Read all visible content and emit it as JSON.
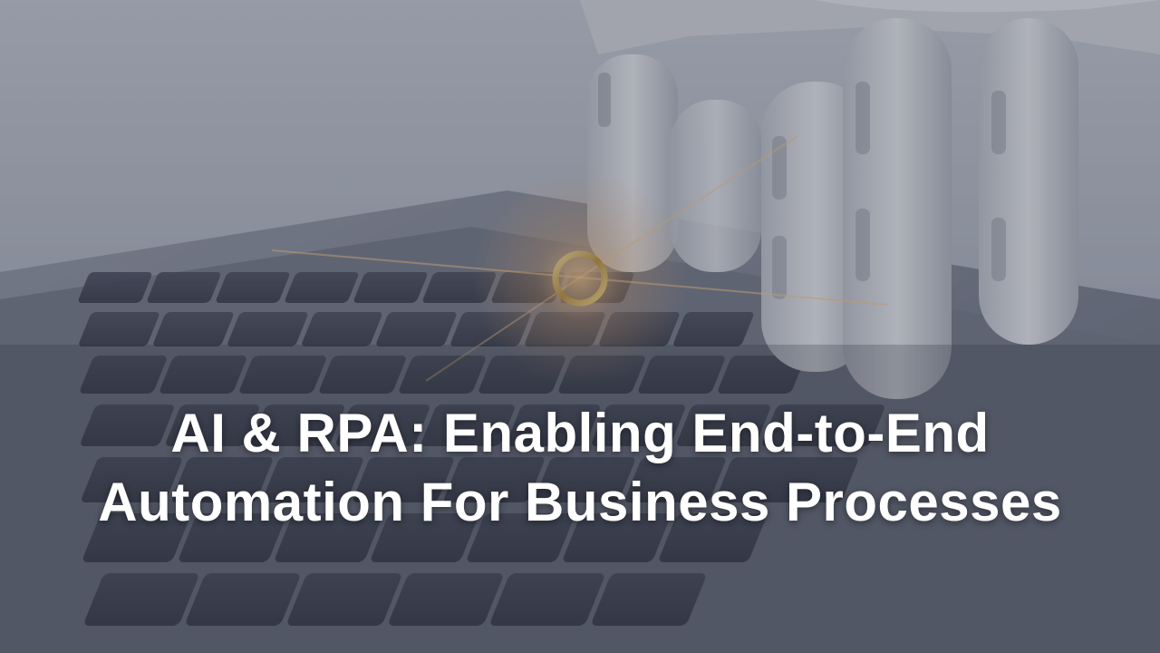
{
  "hero": {
    "title_line_1": "AI & RPA: Enabling End-to-End",
    "title_line_2": "Automation For Business Processes"
  },
  "colors": {
    "overlay": "#4a5061",
    "title_text": "#ffffff",
    "ring_gold": "#c9a24a",
    "glow": "#f4c27a"
  },
  "image": {
    "subject": "robot-hand-touching-laptop-keyboard"
  }
}
